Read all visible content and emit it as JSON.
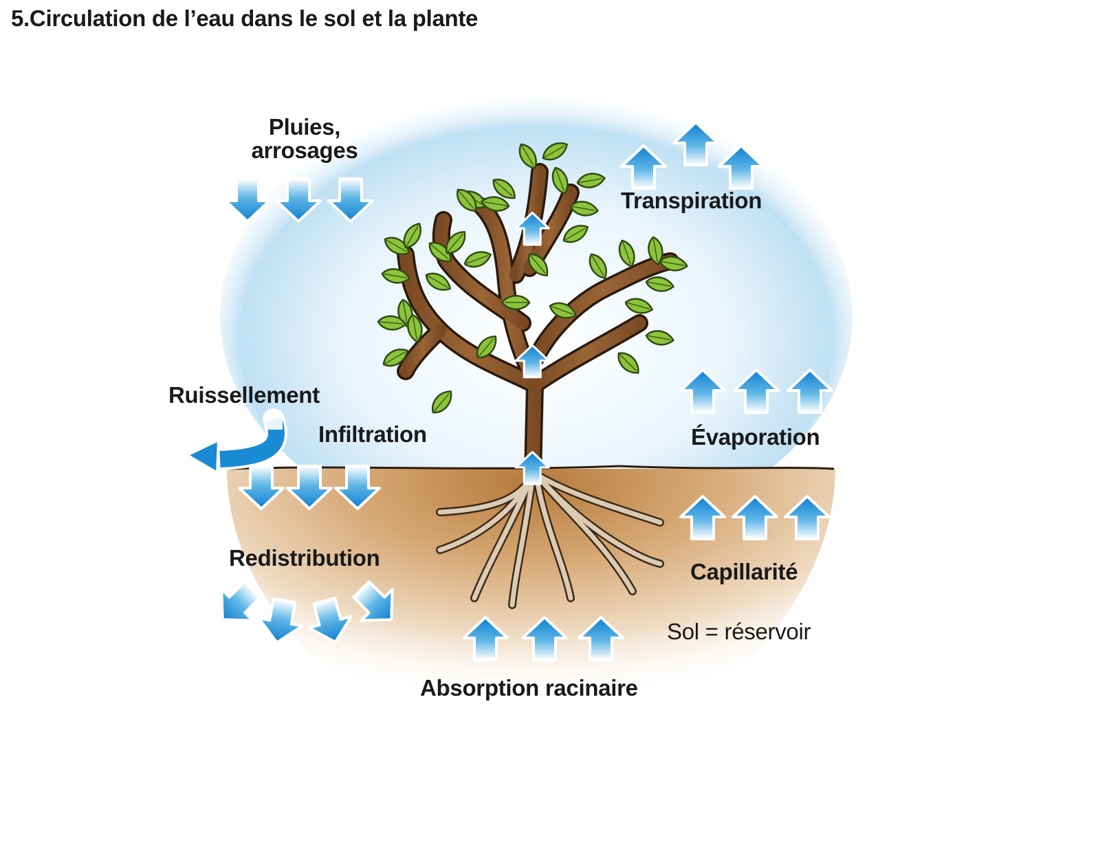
{
  "title": "5.Circulation de l’eau dans le sol et la plante",
  "labels": {
    "rain_line1": "Pluies,",
    "rain_line2": "arrosages",
    "transpiration": "Transpiration",
    "runoff": "Ruissellement",
    "infiltration": "Infiltration",
    "evaporation": "Évaporation",
    "redistribution": "Redistribution",
    "capillarity": "Capillarité",
    "reservoir": "Sol = réservoir",
    "root_absorption": "Absorption racinaire"
  },
  "colors": {
    "arrow_blue": "#1a8ad4",
    "sky_blue": "#bfe0f3",
    "soil_brown": "#b57a3c",
    "trunk_brown": "#8b5a2f",
    "leaf_green": "#8cc43c",
    "root_beige": "#d9c7ad"
  },
  "icons": {
    "arrow_down": "arrow-down-icon",
    "arrow_up": "arrow-up-icon",
    "curved_arrow": "curved-arrow-icon",
    "tree": "tree-icon",
    "roots": "roots-icon"
  }
}
